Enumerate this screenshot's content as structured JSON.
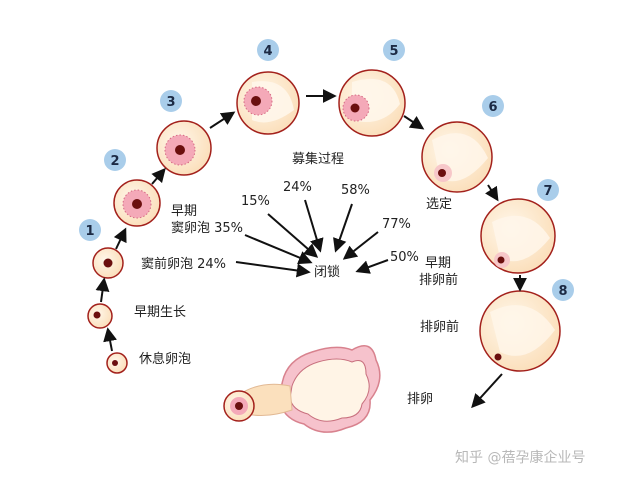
{
  "diagram": {
    "stage_numbers": [
      "1",
      "2",
      "3",
      "4",
      "5",
      "6",
      "7",
      "8"
    ],
    "labels": {
      "resting": "休息卵泡",
      "early_growth": "早期生长",
      "antral_24": "窦前卵泡 24%",
      "early_antral_line1": "早期",
      "early_antral_line2": "窦卵泡 35%",
      "recruitment": "募集过程",
      "selection": "选定",
      "early_preovulatory_line1": "早期",
      "early_preovulatory_line2": "排卵前",
      "preovulatory": "排卵前",
      "ovulation": "排卵",
      "atresia": "闭锁"
    },
    "atresia_percentages": [
      "15%",
      "24%",
      "58%",
      "77%",
      "50%"
    ]
  },
  "watermark": "知乎 @蓓孕康企业号",
  "colors": {
    "follicle_fill": "#fde9cf",
    "follicle_stroke": "#a3211c",
    "nucleus": "#6b0f0f",
    "granulosa": "#f4a9b8",
    "badge": "#a9cdea",
    "arrow": "#111111"
  }
}
